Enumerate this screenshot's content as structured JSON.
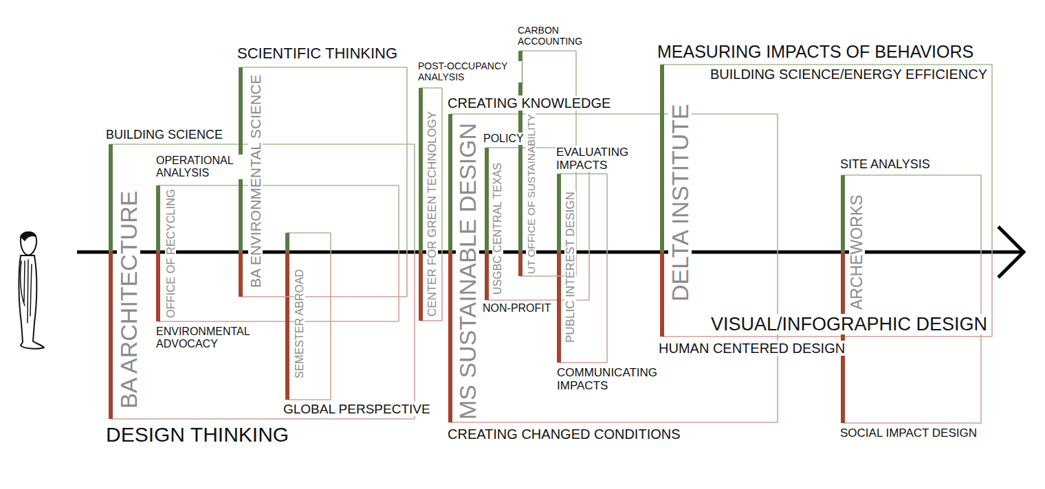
{
  "diagram": {
    "nodes": [
      {
        "text": [
          "BA ARCHITECTURE",
          "BUILDING SCIENCE",
          "DESIGN THINKING"
        ]
      },
      {
        "text": [
          "OFFICE OF RECYCLING",
          "OPERATIONAL ANALYSIS",
          "ENVIRONMENTAL ADVOCACY"
        ],
        "in": 0
      },
      {
        "text": [
          "BA ENVIRONMENTAL SCIENCE",
          "SCIENTIFIC THINKING"
        ]
      },
      {
        "text": [
          "SEMESTER ABROAD",
          "GLOBAL PERSPECTIVE"
        ],
        "in": 0
      },
      {
        "text": [
          "CENTER FOR GREEN TECHNOLOGY",
          "POST-OCCUPANCY ANALYSIS"
        ]
      },
      {
        "text": [
          "MS SUSTAINABLE DESIGN",
          "CREATING KNOWLEDGE",
          "CREATING CHANGED CONDITIONS"
        ]
      },
      {
        "text": [
          "USGBC CENTRAL TEXAS",
          "POLICY",
          "NON-PROFIT"
        ],
        "in": 5
      },
      {
        "text": [
          "UT OFFICE OF SUSTAINABILITY",
          "CARBON ACCOUNTING"
        ]
      },
      {
        "text": [
          "PUBLIC INTEREST DESIGN",
          "EVALUATING IMPACTS",
          "COMMUNICATING IMPACTS"
        ],
        "in": 5
      },
      {
        "text": [
          "DELTA INSTITUTE",
          "MEASURING IMPACTS OF BEHAVIORS",
          "BUILDING SCIENCE/ENERGY EFFICIENCY",
          "VISUAL/INFOGRAPHIC DESIGN",
          "HUMAN CENTERED DESIGN"
        ]
      },
      {
        "text": [
          "ARCHEWORKS",
          "SITE ANALYSIS",
          "SOCIAL IMPACT DESIGN"
        ]
      }
    ]
  }
}
